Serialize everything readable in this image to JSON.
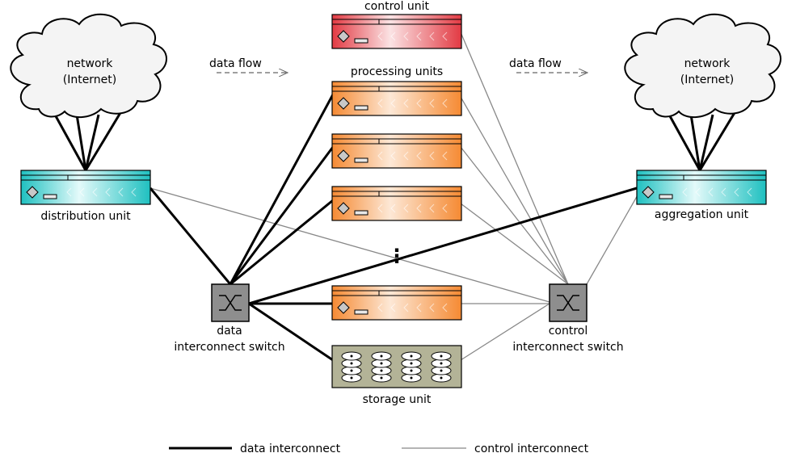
{
  "labels": {
    "control_unit": "control unit",
    "processing_units": "processing units",
    "distribution_unit": "distribution unit",
    "aggregation_unit": "aggregation unit",
    "network_left_1": "network",
    "network_left_2": "(Internet)",
    "network_right_1": "network",
    "network_right_2": "(Internet)",
    "data_flow_left": "data flow",
    "data_flow_right": "data flow",
    "data_switch_1": "data",
    "data_switch_2": "interconnect switch",
    "control_switch_1": "control",
    "control_switch_2": "interconnect switch",
    "storage_unit": "storage unit",
    "ellipsis": "⋮"
  },
  "legend": {
    "data_interconnect": "data interconnect",
    "control_interconnect": "control interconnect"
  },
  "colors": {
    "control_unit": "#e8444c",
    "processing_unit": "#f5923e",
    "io_unit": "#2cc6c6",
    "storage_unit": "#b5b59a",
    "switch": "#8c8c8c",
    "data_line": "#000000",
    "control_line": "#888888"
  }
}
